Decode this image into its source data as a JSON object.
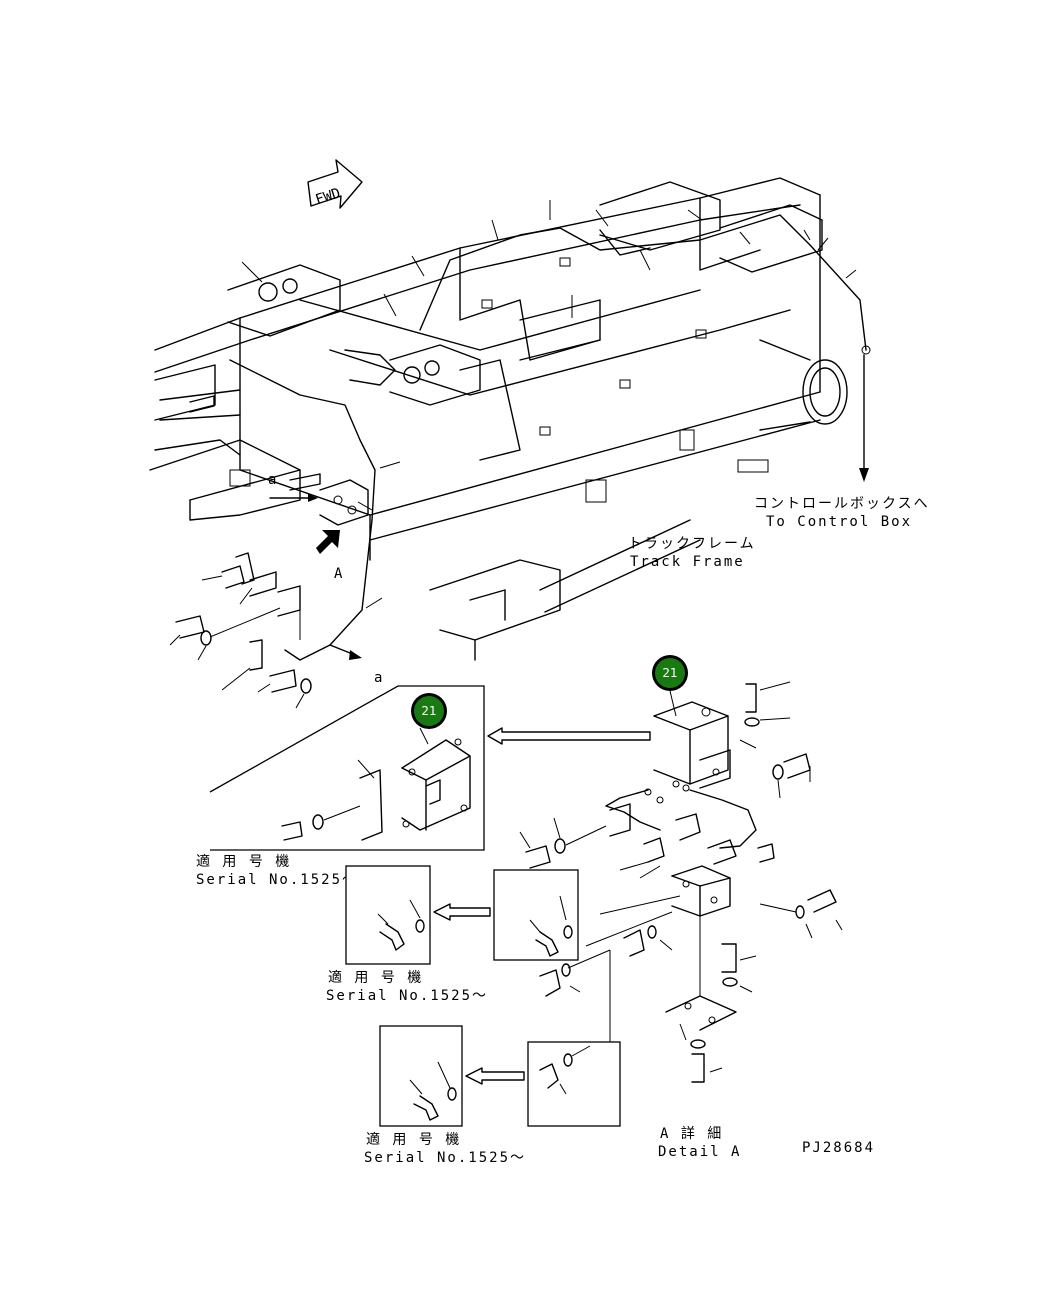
{
  "drawing": {
    "fwd_label": "FWD",
    "section_marker_a": "a",
    "view_marker_A": "A",
    "control_box_jp": "コントロールボックスへ",
    "control_box_en": "To Control Box",
    "track_frame_jp": "トラックフレーム",
    "track_frame_en": "Track Frame",
    "detail_jp": "A 詳 細",
    "detail_en": "Detail A",
    "drawing_code": "PJ28684"
  },
  "serial_notes": [
    {
      "jp": "適 用 号 機",
      "en": "Serial No.1525～"
    },
    {
      "jp": "適 用 号 機",
      "en": "Serial No.1525～"
    },
    {
      "jp": "適 用 号 機",
      "en": "Serial No.1525～"
    }
  ],
  "callouts": [
    {
      "label": "21",
      "color": "#1a7a12"
    },
    {
      "label": "21",
      "color": "#1a7a12"
    }
  ]
}
